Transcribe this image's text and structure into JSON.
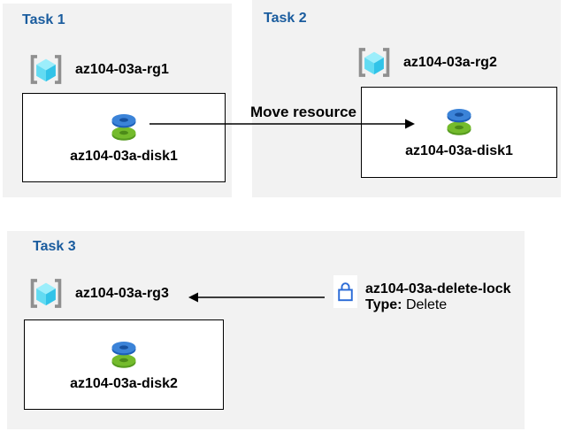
{
  "colors": {
    "panel_bg": "#f2f2f2",
    "task_title": "#1a5c9e",
    "lock_blue": "#2b6bd7",
    "arrow": "#000000",
    "disk_blue": "#3b83d8",
    "disk_green": "#74bb2c",
    "cube_cyan": "#62dbf2",
    "bracket_gray": "#8f8f8f"
  },
  "tasks": {
    "task1": {
      "title": "Task 1",
      "resource_group": "az104-03a-rg1",
      "disk": "az104-03a-disk1"
    },
    "task2": {
      "title": "Task 2",
      "resource_group": "az104-03a-rg2",
      "disk": "az104-03a-disk1"
    },
    "task3": {
      "title": "Task 3",
      "resource_group": "az104-03a-rg3",
      "disk": "az104-03a-disk2"
    }
  },
  "labels": {
    "move_resource": "Move resource"
  },
  "lock": {
    "name": "az104-03a-delete-lock",
    "type_label": "Type:",
    "type_value": "Delete"
  },
  "icons": {
    "resource_group": "resource-group-icon (cube in brackets)",
    "disk": "managed-disk-icon (blue disk stacked on green disk)",
    "lock": "lock-icon (blue outline padlock)"
  }
}
